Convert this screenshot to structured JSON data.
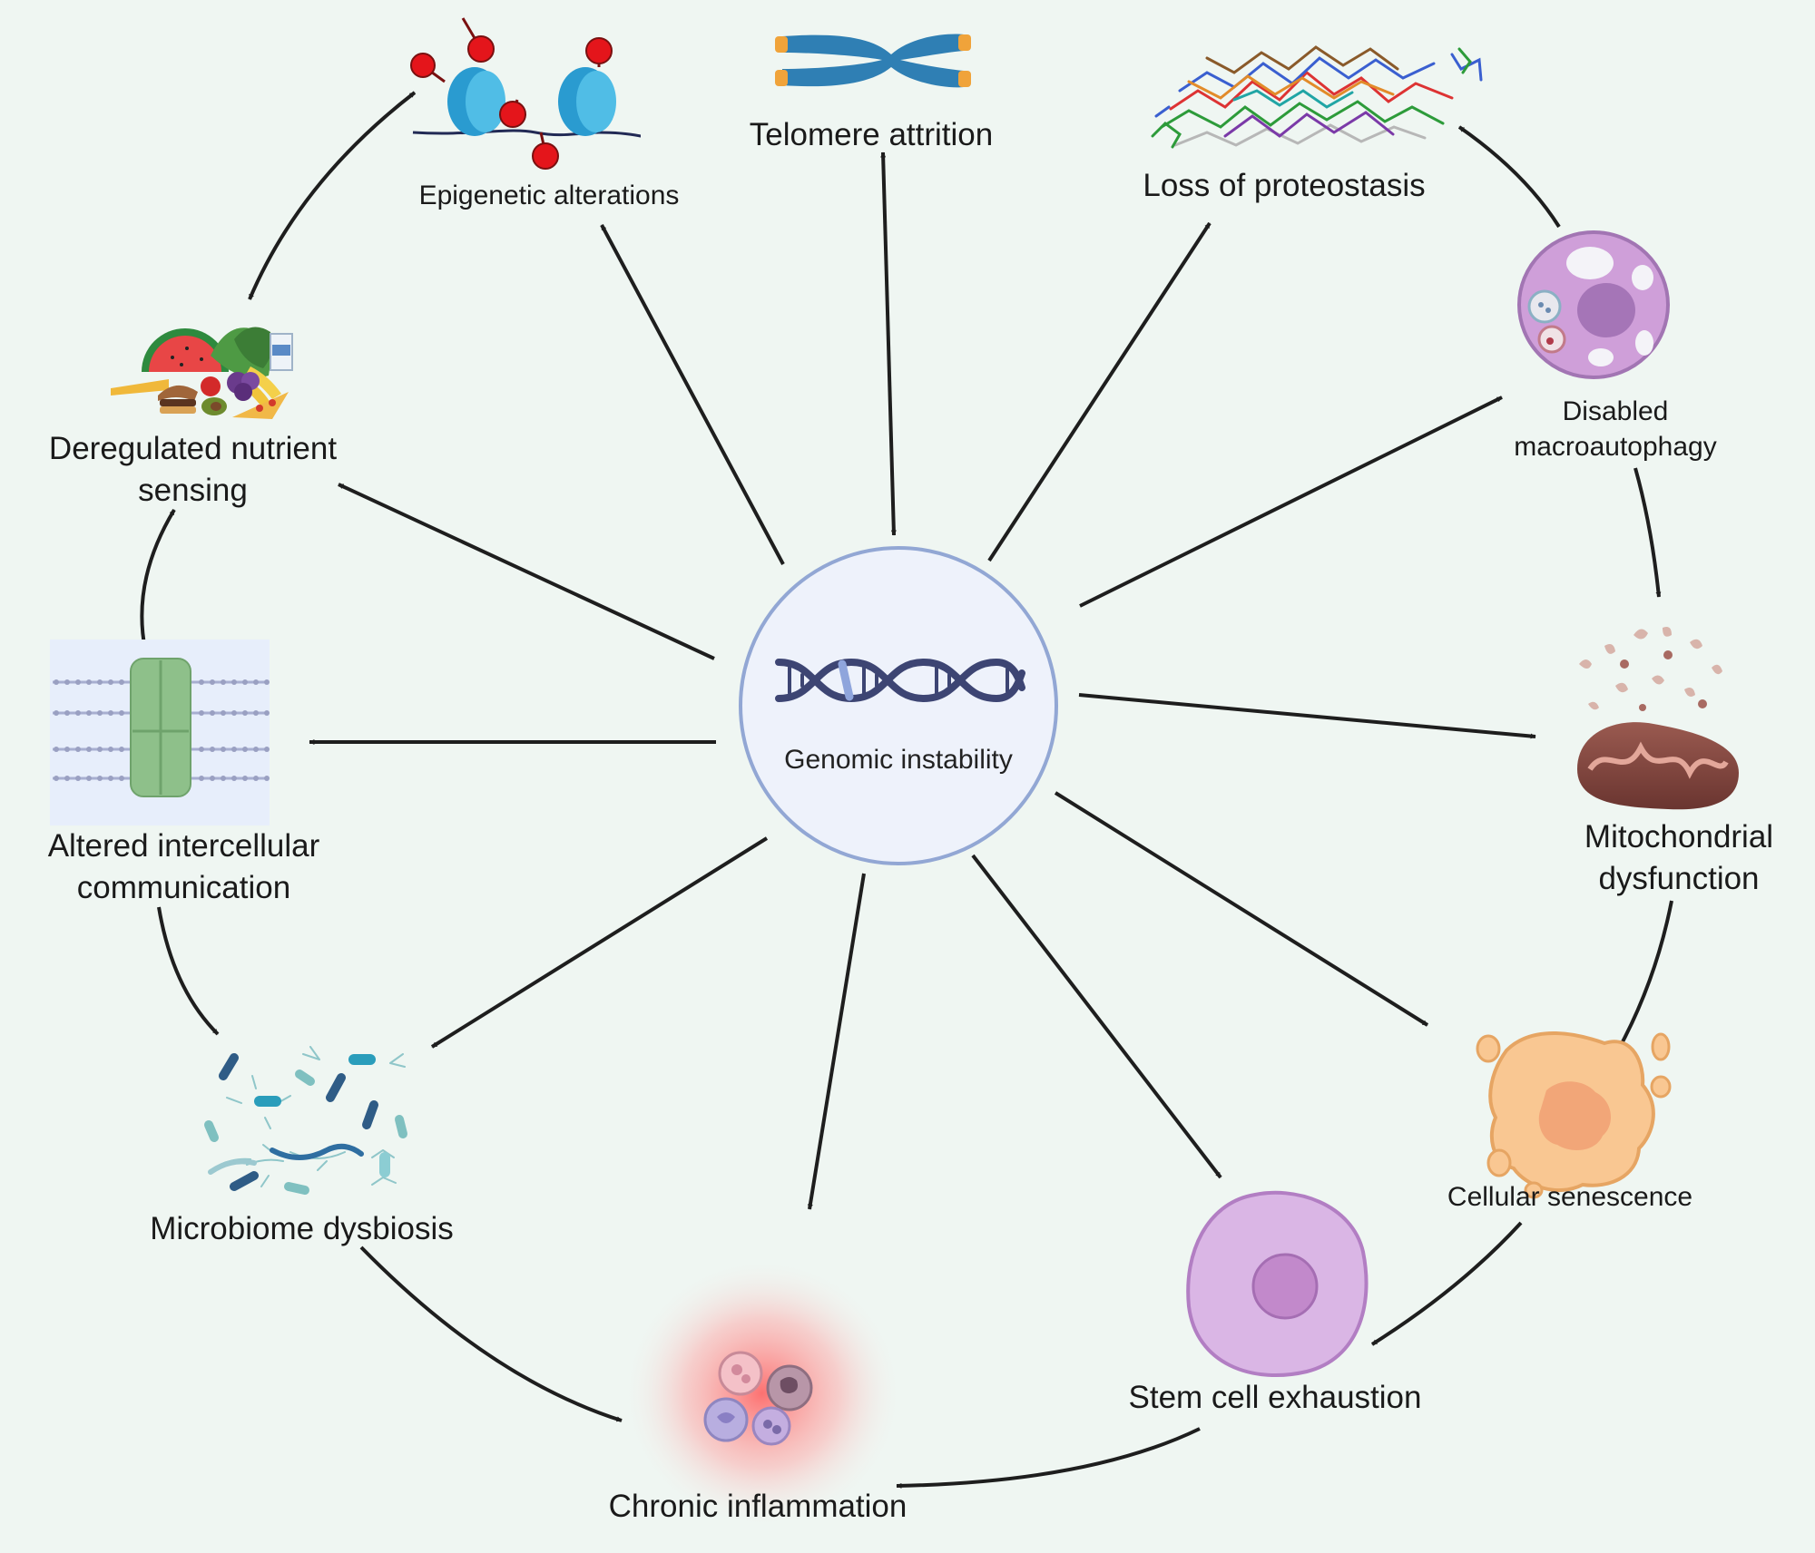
{
  "center": {
    "label": "Genomic instability",
    "icon": "dna-double-helix-icon"
  },
  "hallmarks": {
    "telomere": {
      "label": "Telomere attrition",
      "icon": "chromosome-icon"
    },
    "epigenetic": {
      "label": "Epigenetic alterations",
      "icon": "nucleosome-methylation-icon"
    },
    "proteostasis": {
      "label": "Loss of proteostasis",
      "icon": "misfolded-protein-icon"
    },
    "autophagy": {
      "label": "Disabled\nmacroautophagy",
      "icon": "autophagic-cell-icon"
    },
    "mitochondria": {
      "label": "Mitochondrial\ndysfunction",
      "icon": "damaged-mitochondrion-icon"
    },
    "senescence": {
      "label": "Cellular senescence",
      "icon": "senescent-cell-icon"
    },
    "stem": {
      "label": "Stem cell exhaustion",
      "icon": "stem-cell-icon"
    },
    "inflammation": {
      "label": "Chronic inflammation",
      "icon": "immune-cells-icon"
    },
    "microbiome": {
      "label": "Microbiome dysbiosis",
      "icon": "bacteria-icon"
    },
    "intercellular": {
      "label": "Altered intercellular\ncommunication",
      "icon": "membrane-channel-icon"
    },
    "nutrient": {
      "label": "Deregulated nutrient\nsensing",
      "icon": "food-icon"
    }
  },
  "colors": {
    "background": "#eff6f2",
    "arrow": "#1e1e1e",
    "center_fill": "#eef2fb",
    "center_stroke": "#92a7d4",
    "dna": "#3d4573",
    "dna_accent": "#8fa5dc"
  }
}
